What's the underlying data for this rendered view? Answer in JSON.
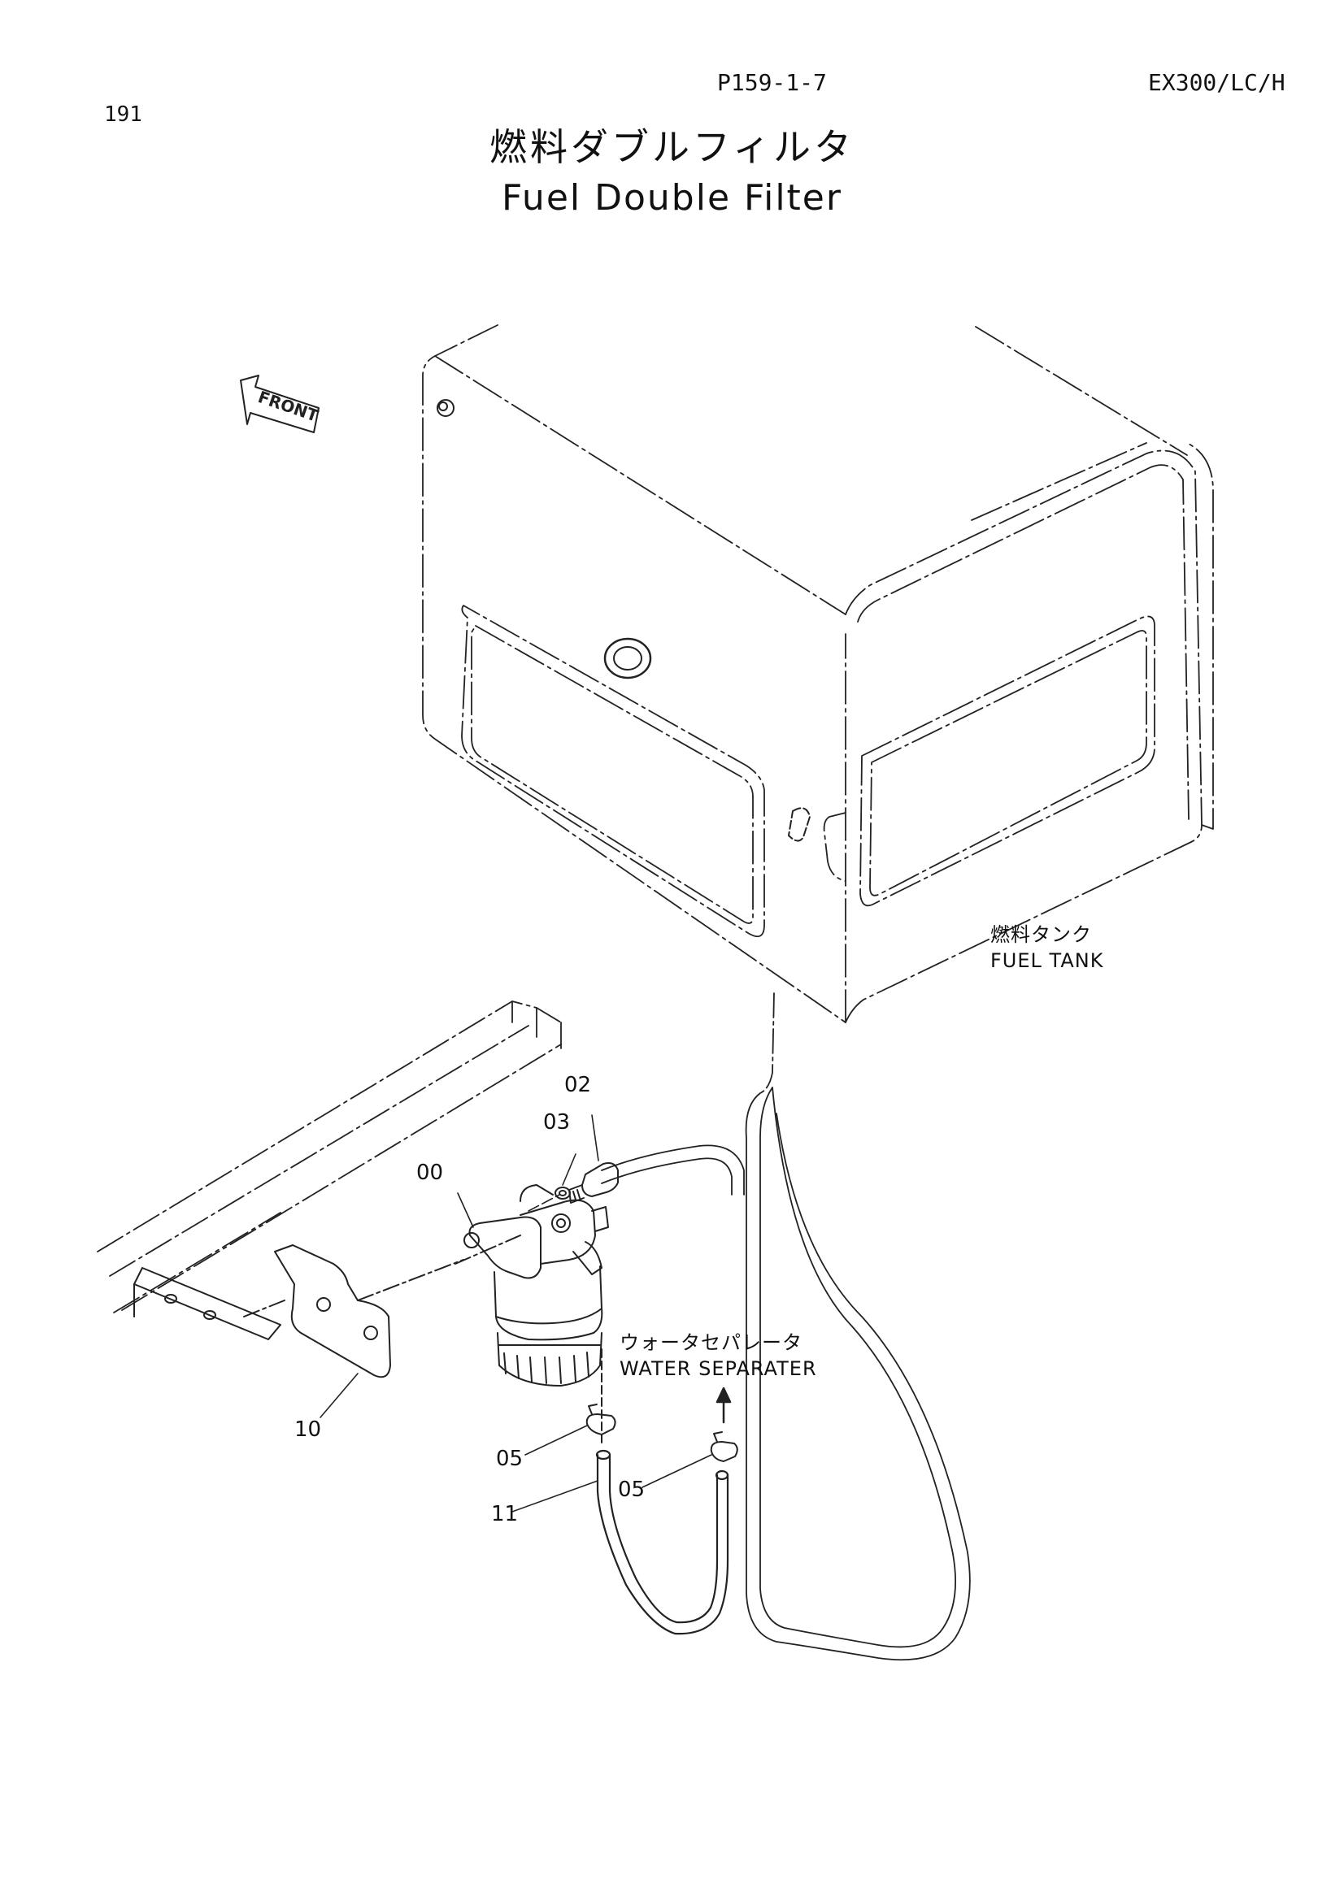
{
  "header": {
    "page_number": "191",
    "doc_code": "P159-1-7",
    "model": "EX300/LC/H"
  },
  "title": {
    "japanese": "燃料ダブルフィルタ",
    "english": "Fuel Double Filter"
  },
  "front_arrow_label": "FRONT",
  "components": {
    "fuel_tank_jp": "燃料タンク",
    "fuel_tank_en": "FUEL TANK",
    "water_separater_jp": "ウォータセパレータ",
    "water_separater_en": "WATER SEPARATER"
  },
  "part_numbers": {
    "filter": "00",
    "bolt": "02",
    "washer": "03",
    "bracket": "10",
    "clamp_left": "05",
    "clamp_right": "05",
    "hose": "11"
  }
}
